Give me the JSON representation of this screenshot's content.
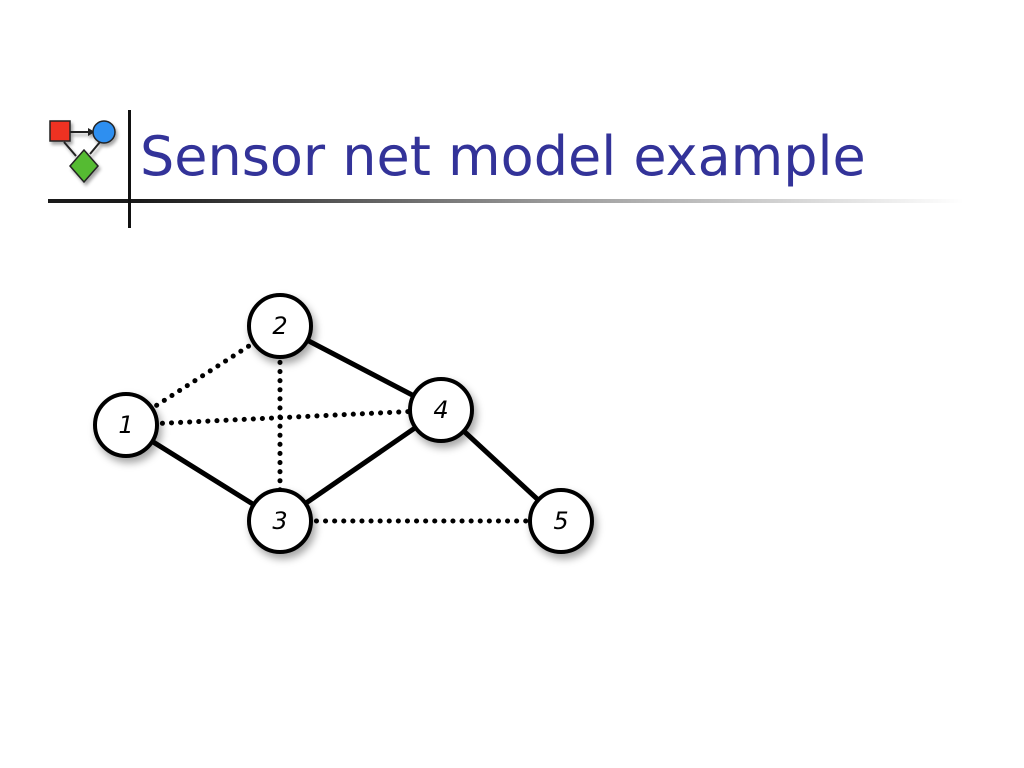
{
  "slide": {
    "title": "Sensor net model example"
  },
  "colors": {
    "title": "#333399",
    "logo_square": "#ee3322",
    "logo_circle": "#2f8ff0",
    "logo_diamond": "#55bb33"
  },
  "diagram": {
    "nodes": [
      {
        "id": "1",
        "label": "1"
      },
      {
        "id": "2",
        "label": "2"
      },
      {
        "id": "3",
        "label": "3"
      },
      {
        "id": "4",
        "label": "4"
      },
      {
        "id": "5",
        "label": "5"
      }
    ],
    "edges": [
      {
        "from": "1",
        "to": "3",
        "style": "solid"
      },
      {
        "from": "2",
        "to": "4",
        "style": "solid"
      },
      {
        "from": "3",
        "to": "4",
        "style": "solid"
      },
      {
        "from": "4",
        "to": "5",
        "style": "solid"
      },
      {
        "from": "1",
        "to": "2",
        "style": "dotted"
      },
      {
        "from": "1",
        "to": "4",
        "style": "dotted"
      },
      {
        "from": "2",
        "to": "3",
        "style": "dotted"
      },
      {
        "from": "3",
        "to": "5",
        "style": "dotted"
      }
    ]
  }
}
